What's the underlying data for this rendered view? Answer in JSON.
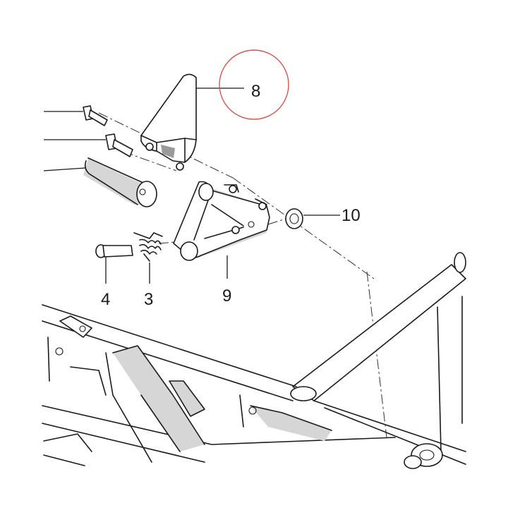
{
  "callouts": [
    {
      "id": "part-8",
      "label": "8"
    },
    {
      "id": "part-10",
      "label": "10"
    },
    {
      "id": "part-9",
      "label": "9"
    },
    {
      "id": "part-4",
      "label": "4"
    },
    {
      "id": "part-3",
      "label": "3"
    }
  ],
  "highlight": {
    "label": "8",
    "color": "#d9534f"
  }
}
